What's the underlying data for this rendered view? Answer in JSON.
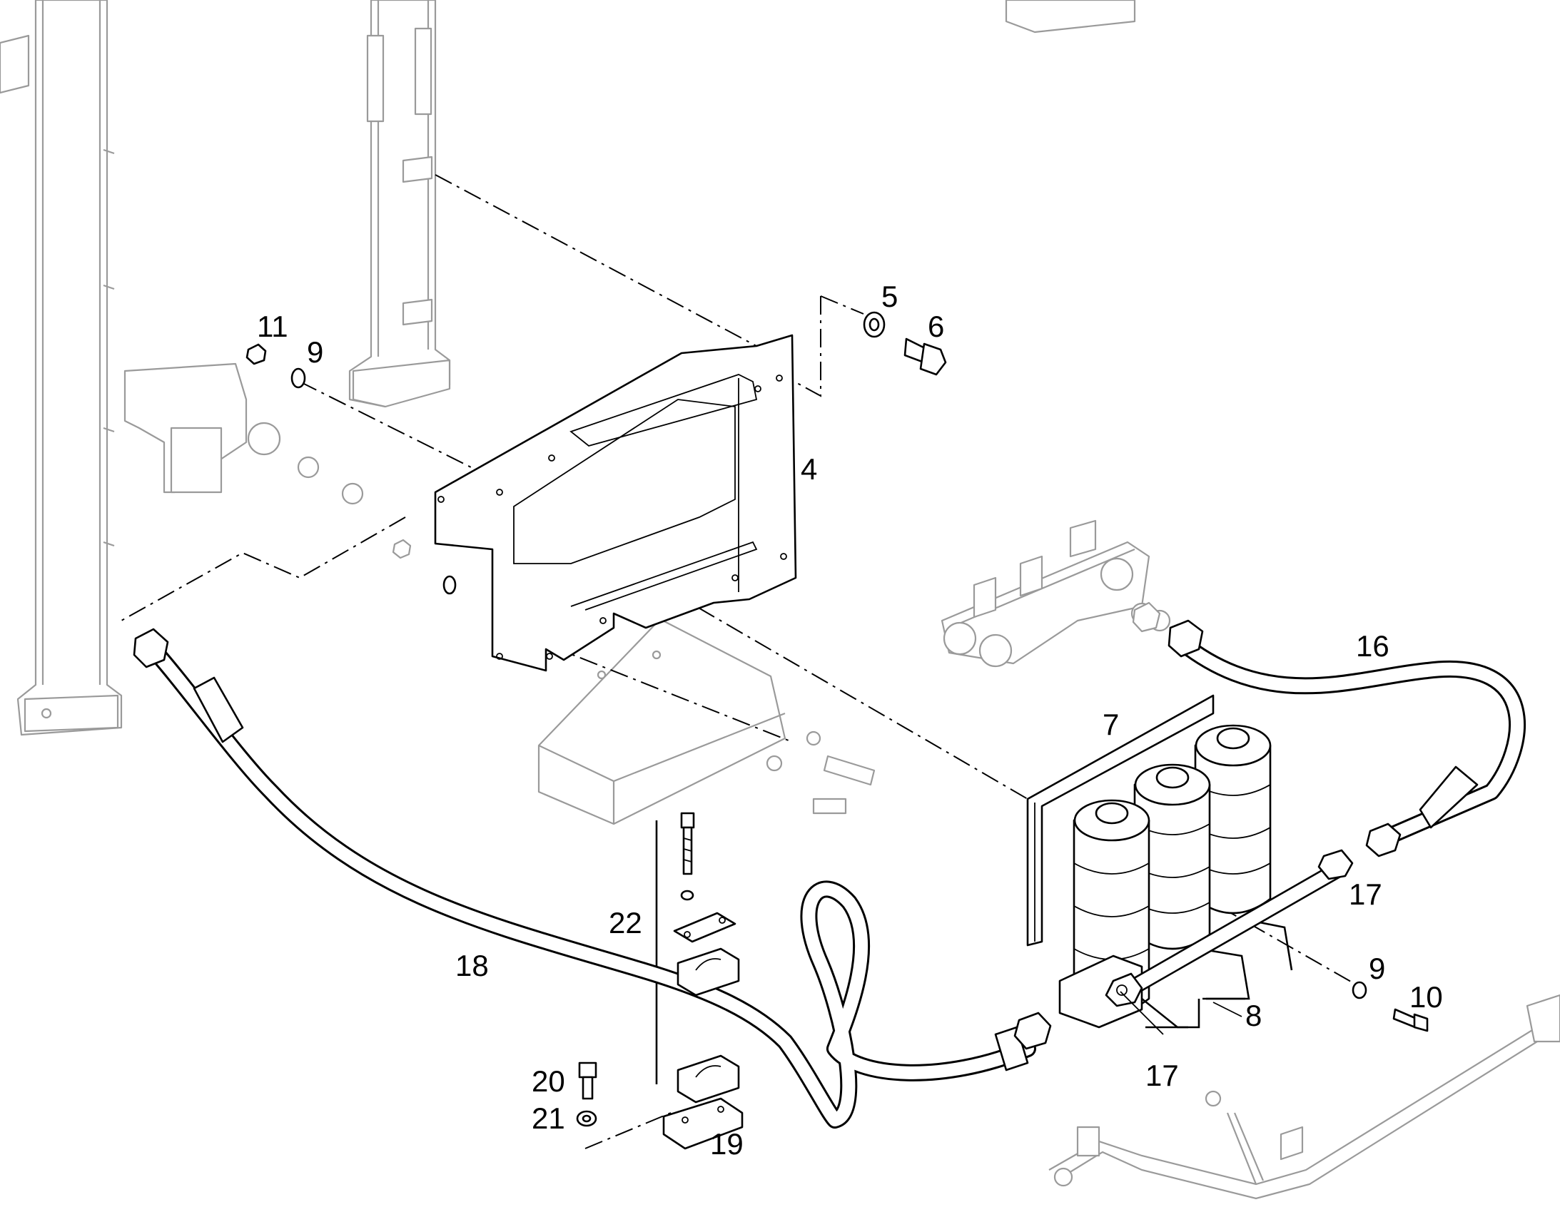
{
  "diagram": {
    "callouts": {
      "c4": "4",
      "c5": "5",
      "c6": "6",
      "c7": "7",
      "c8": "8",
      "c9a": "9",
      "c9b": "9",
      "c10": "10",
      "c11": "11",
      "c16": "16",
      "c17a": "17",
      "c17b": "17",
      "c18": "18",
      "c19": "19",
      "c20": "20",
      "c21": "21",
      "c22": "22"
    }
  }
}
